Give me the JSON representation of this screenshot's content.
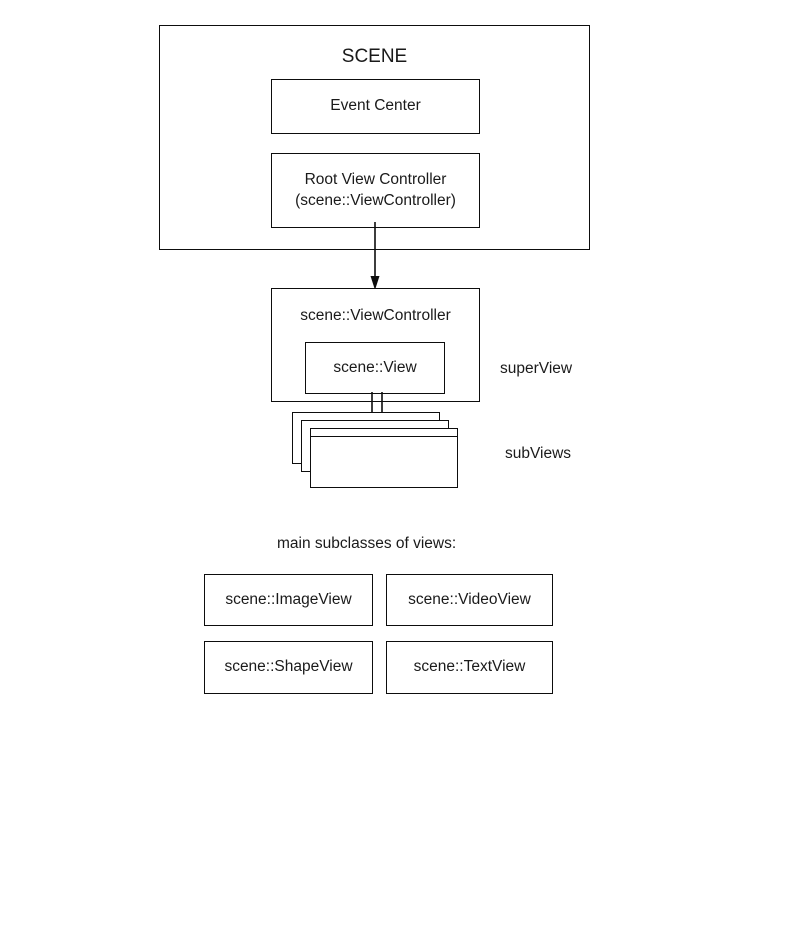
{
  "diagram": {
    "scene": {
      "title": "SCENE",
      "event_center": "Event Center",
      "root_view_controller": "Root View Controller\n(scene::ViewController)"
    },
    "view_controller": {
      "label": "scene::ViewController",
      "view_label": "scene::View"
    },
    "annotations": {
      "superview": "superView",
      "subviews": "subViews"
    },
    "subclasses": {
      "caption": "main subclasses of views:",
      "items": [
        {
          "label": "scene::ImageView"
        },
        {
          "label": "scene::VideoView"
        },
        {
          "label": "scene::ShapeView"
        },
        {
          "label": "scene::TextView"
        }
      ]
    },
    "colors": {
      "stroke": "#0d0d0d",
      "text": "#1a1a1a",
      "background": "#ffffff"
    },
    "stack_card_count": 4
  }
}
